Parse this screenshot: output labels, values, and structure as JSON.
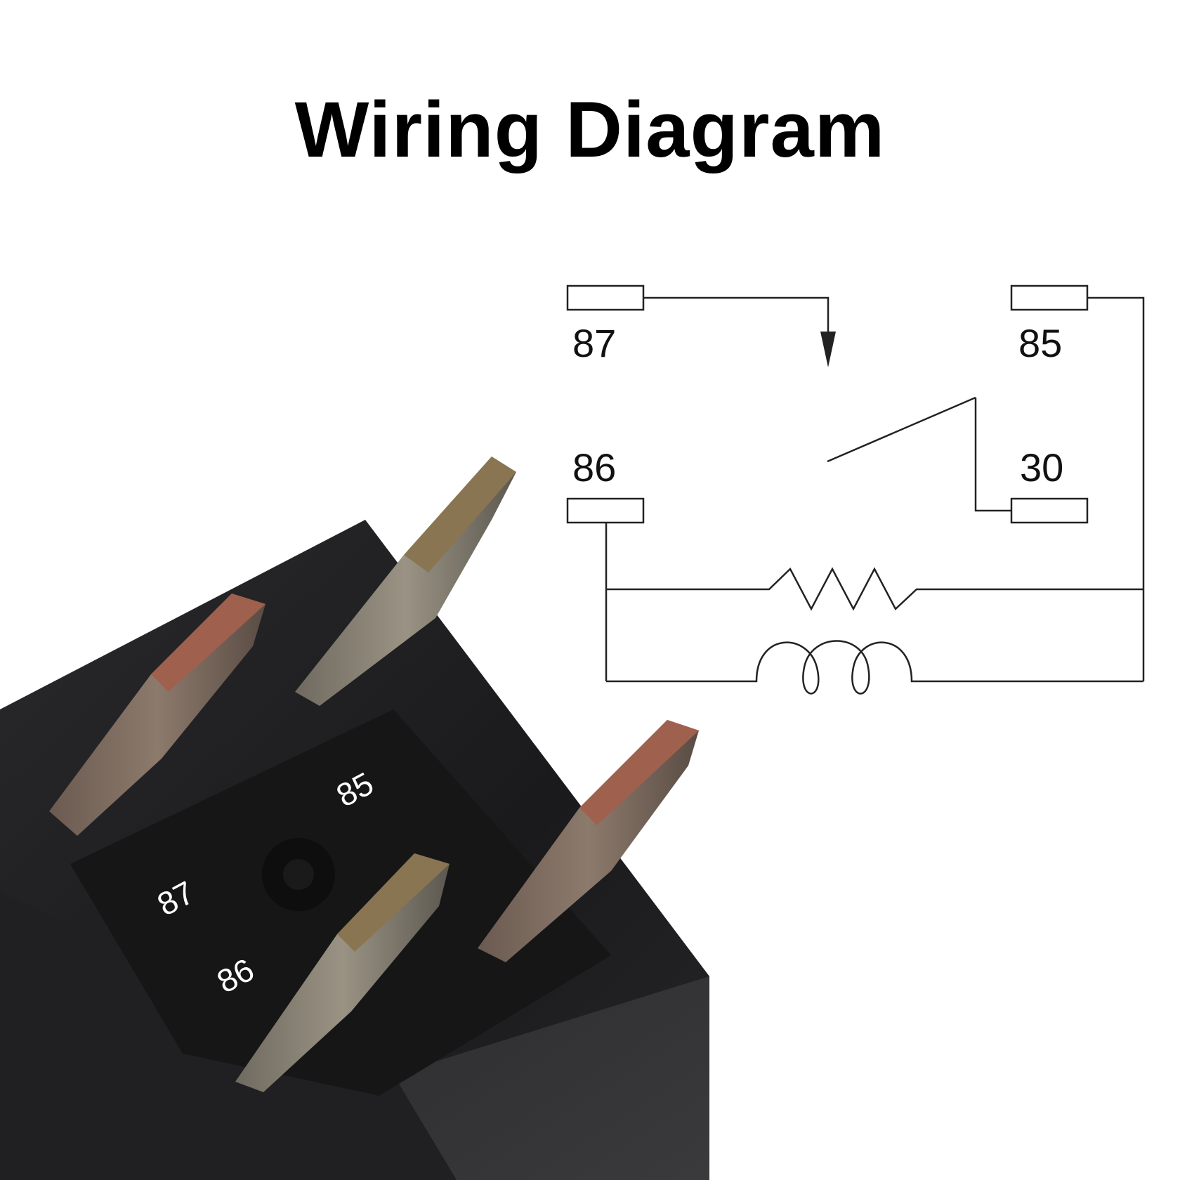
{
  "title": "Wiring Diagram",
  "schematic": {
    "pins": {
      "p87": "87",
      "p85": "85",
      "p86": "86",
      "p30": "30"
    }
  },
  "relay_photo": {
    "labels": {
      "l87": "87",
      "l85": "85",
      "l86": "86"
    }
  },
  "colors": {
    "relay_body": "#1c1c1e",
    "terminal_metal": "#8a8274",
    "terminal_copper": "#b0705a",
    "line": "#222222"
  }
}
